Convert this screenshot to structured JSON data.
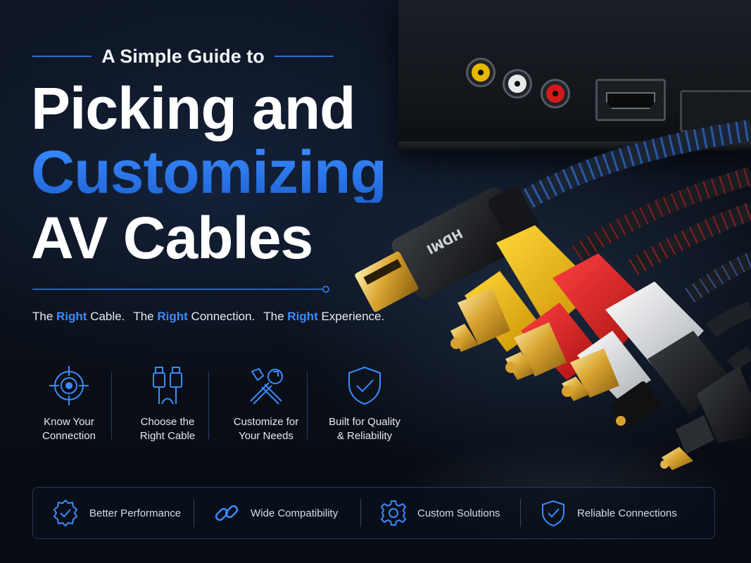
{
  "colors": {
    "accent": "#2a7be9",
    "text": "#ffffff",
    "background": "#0b111b"
  },
  "hero": {
    "eyebrow": "A Simple Guide to",
    "title_line1": "Picking and",
    "title_line2": "Customizing",
    "title_line3": "AV Cables"
  },
  "tagline": {
    "p1_pre": "The ",
    "p1_acc": "Right",
    "p1_post": " Cable.",
    "p2_pre": "The ",
    "p2_acc": "Right",
    "p2_post": " Connection.",
    "p3_pre": "The ",
    "p3_acc": "Right",
    "p3_post": " Experience."
  },
  "features": [
    {
      "icon": "target-icon",
      "label": "Know Your\nConnection"
    },
    {
      "icon": "usb-cables-icon",
      "label": "Choose the\nRight Cable"
    },
    {
      "icon": "tools-icon",
      "label": "Customize for\nYour Needs"
    },
    {
      "icon": "shield-check-icon",
      "label": "Built for Quality\n& Reliability"
    }
  ],
  "benefits": [
    {
      "icon": "award-badge-icon",
      "label": "Better Performance"
    },
    {
      "icon": "link-icon",
      "label": "Wide Compatibility"
    },
    {
      "icon": "gear-icon",
      "label": "Custom Solutions"
    },
    {
      "icon": "shield-check-icon",
      "label": "Reliable Connections"
    }
  ],
  "photo": {
    "connector_text": "HDMI"
  }
}
